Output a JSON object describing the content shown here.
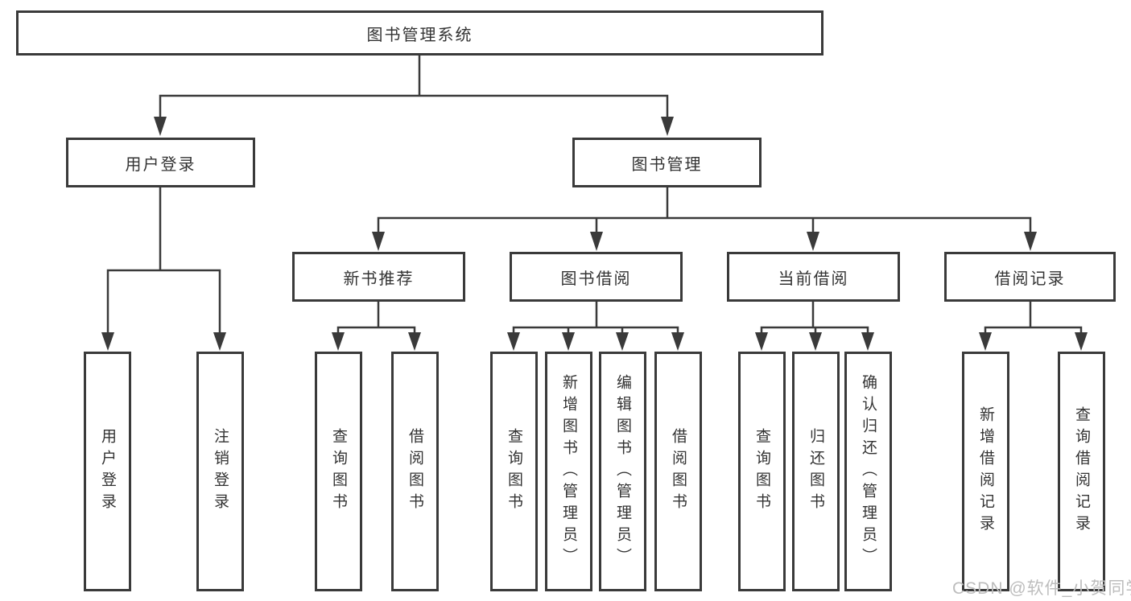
{
  "tree": {
    "root": {
      "label": "图书管理系统"
    },
    "branches": [
      {
        "label": "用户登录",
        "children": [
          {
            "label": "用户登录"
          },
          {
            "label": "注销登录"
          }
        ]
      },
      {
        "label": "图书管理",
        "children": [
          {
            "label": "新书推荐",
            "children": [
              {
                "label": "查询图书"
              },
              {
                "label": "借阅图书"
              }
            ]
          },
          {
            "label": "图书借阅",
            "children": [
              {
                "label": "查询图书"
              },
              {
                "label": "新增图书（管理员）"
              },
              {
                "label": "编辑图书（管理员）"
              },
              {
                "label": "借阅图书"
              }
            ]
          },
          {
            "label": "当前借阅",
            "children": [
              {
                "label": "查询图书"
              },
              {
                "label": "归还图书"
              },
              {
                "label": "确认归还（管理员）"
              }
            ]
          },
          {
            "label": "借阅记录",
            "children": [
              {
                "label": "新增借阅记录"
              },
              {
                "label": "查询借阅记录"
              }
            ]
          }
        ]
      }
    ]
  },
  "watermark": {
    "text": "CSDN @软件_小贺同学"
  },
  "colors": {
    "line": "#3a3a3a",
    "box_border": "#3a3a3a",
    "text": "#333333",
    "watermark": "#bdbdbd",
    "background": "#ffffff"
  },
  "icons": {
    "arrowhead": "filled-triangle-down"
  }
}
